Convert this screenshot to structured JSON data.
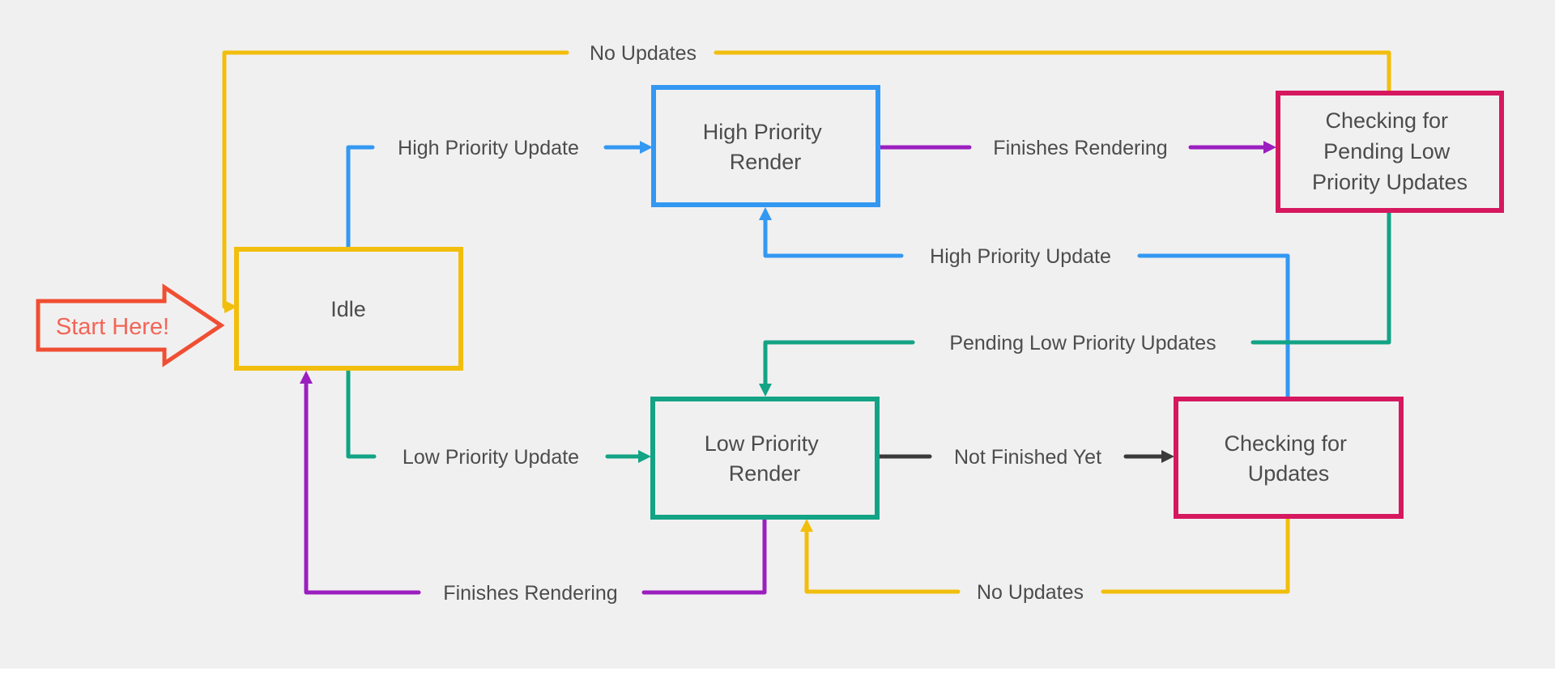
{
  "diagram_title": "render-scheduling-state-diagram",
  "background": "#F1F0F0",
  "colors": {
    "yellow": "#F2BE0D",
    "blue": "#3398F2",
    "pink": "#D6185F",
    "teal": "#13A385",
    "purple": "#9B1FBF",
    "black": "#3A3A3A",
    "red": "#F04E33",
    "red_text": "#F26557",
    "text": "#4C4C4C"
  },
  "start": {
    "label": "Start Here!"
  },
  "nodes": {
    "idle": {
      "lines": [
        "Idle"
      ]
    },
    "high_priority_render": {
      "lines": [
        "High Priority",
        "Render"
      ]
    },
    "checking_pending_low": {
      "lines": [
        "Checking for",
        "Pending Low",
        "Priority Updates"
      ]
    },
    "low_priority_render": {
      "lines": [
        "Low Priority",
        "Render"
      ]
    },
    "checking_updates": {
      "lines": [
        "Checking for",
        "Updates"
      ]
    }
  },
  "edges": {
    "no_updates_top": {
      "label": "No Updates",
      "color_name": "yellow",
      "from": "checking_pending_low",
      "to": "idle"
    },
    "high_priority_update_left": {
      "label": "High Priority Update",
      "color_name": "blue",
      "from": "idle",
      "to": "high_priority_render"
    },
    "finishes_rendering_top": {
      "label": "Finishes Rendering",
      "color_name": "purple",
      "from": "high_priority_render",
      "to": "checking_pending_low"
    },
    "high_priority_update_mid": {
      "label": "High Priority Update",
      "color_name": "blue",
      "from": "checking_updates",
      "to": "high_priority_render"
    },
    "pending_low_priority_updates": {
      "label": "Pending Low Priority Updates",
      "color_name": "teal",
      "from": "checking_pending_low",
      "to": "low_priority_render"
    },
    "low_priority_update": {
      "label": "Low Priority Update",
      "color_name": "teal",
      "from": "idle",
      "to": "low_priority_render"
    },
    "not_finished_yet": {
      "label": "Not Finished Yet",
      "color_name": "black",
      "from": "low_priority_render",
      "to": "checking_updates"
    },
    "no_updates_bottom": {
      "label": "No Updates",
      "color_name": "yellow",
      "from": "checking_updates",
      "to": "low_priority_render"
    },
    "finishes_rendering_bottom": {
      "label": "Finishes Rendering",
      "color_name": "purple",
      "from": "low_priority_render",
      "to": "idle"
    }
  }
}
